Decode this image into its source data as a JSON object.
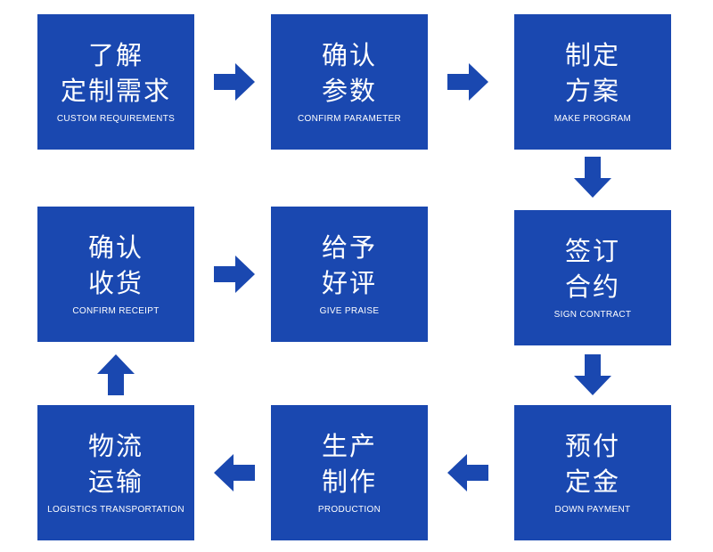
{
  "colors": {
    "box": "#1a48b0",
    "arrow": "#1a48b0",
    "text": "#ffffff",
    "background": "#ffffff"
  },
  "steps": [
    {
      "line1": "了解",
      "line2": "定制需求",
      "en": "CUSTOM REQUIREMENTS"
    },
    {
      "line1": "确认",
      "line2": "参数",
      "en": "CONFIRM PARAMETER"
    },
    {
      "line1": "制定",
      "line2": "方案",
      "en": "MAKE PROGRAM"
    },
    {
      "line1": "签订",
      "line2": "合约",
      "en": "SIGN CONTRACT"
    },
    {
      "line1": "预付",
      "line2": "定金",
      "en": "DOWN PAYMENT"
    },
    {
      "line1": "生产",
      "line2": "制作",
      "en": "PRODUCTION"
    },
    {
      "line1": "物流",
      "line2": "运输",
      "en": "LOGISTICS TRANSPORTATION"
    },
    {
      "line1": "确认",
      "line2": "收货",
      "en": "CONFIRM RECEIPT"
    },
    {
      "line1": "给予",
      "line2": "好评",
      "en": "GIVE PRAISE"
    }
  ],
  "arrows": [
    {
      "direction": "right"
    },
    {
      "direction": "right"
    },
    {
      "direction": "down"
    },
    {
      "direction": "down"
    },
    {
      "direction": "left"
    },
    {
      "direction": "left"
    },
    {
      "direction": "up"
    },
    {
      "direction": "right"
    }
  ]
}
